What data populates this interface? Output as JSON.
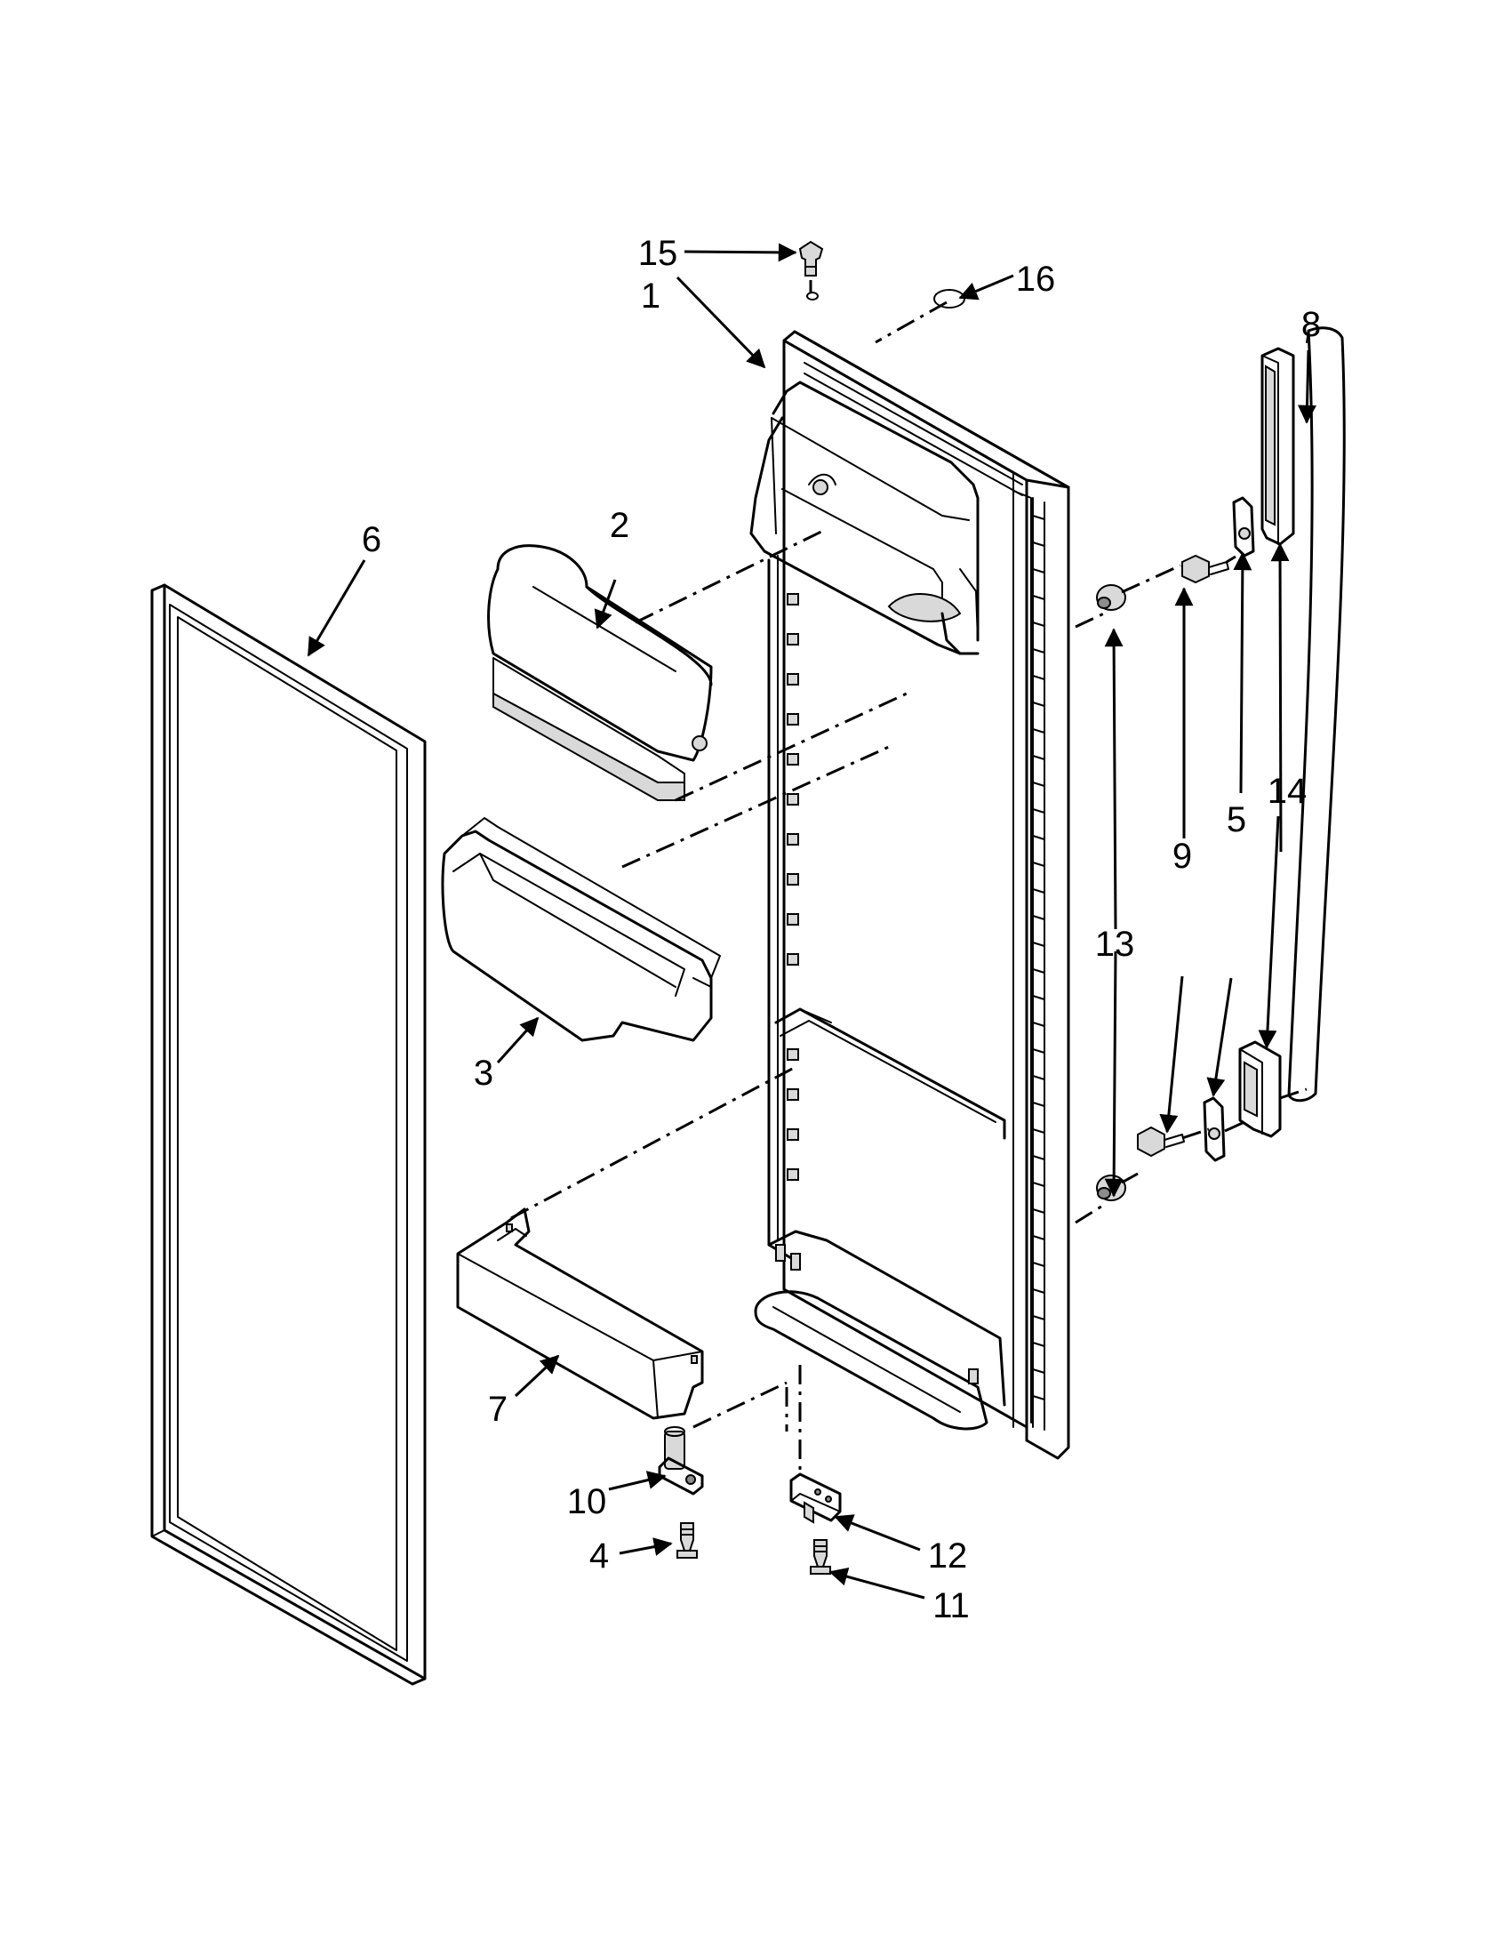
{
  "callouts": [
    {
      "id": "p1",
      "label": "1"
    },
    {
      "id": "p2",
      "label": "2"
    },
    {
      "id": "p3",
      "label": "3"
    },
    {
      "id": "p4",
      "label": "4"
    },
    {
      "id": "p5",
      "label": "5"
    },
    {
      "id": "p6",
      "label": "6"
    },
    {
      "id": "p7",
      "label": "7"
    },
    {
      "id": "p8",
      "label": "8"
    },
    {
      "id": "p9",
      "label": "9"
    },
    {
      "id": "p10",
      "label": "10"
    },
    {
      "id": "p11",
      "label": "11"
    },
    {
      "id": "p12",
      "label": "12"
    },
    {
      "id": "p13",
      "label": "13"
    },
    {
      "id": "p14",
      "label": "14"
    },
    {
      "id": "p15",
      "label": "15"
    },
    {
      "id": "p16",
      "label": "16"
    }
  ]
}
